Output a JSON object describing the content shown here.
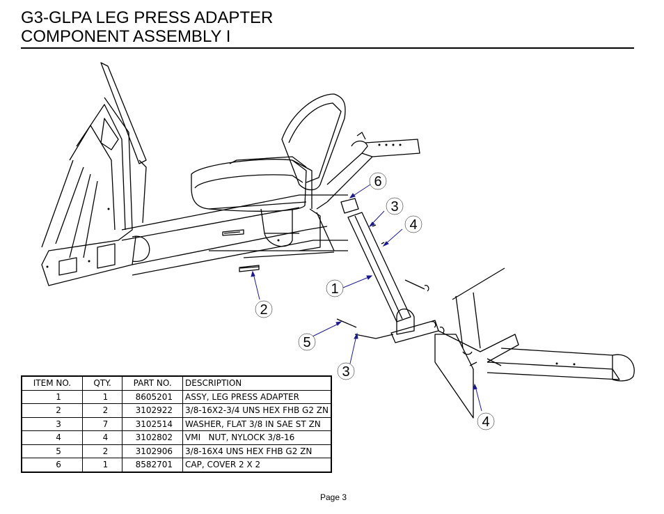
{
  "header": {
    "title_line1": "G3-GLPA LEG PRESS ADAPTER",
    "title_line2": "COMPONENT ASSEMBLY I"
  },
  "callouts": [
    "1",
    "2",
    "3",
    "3",
    "4",
    "4",
    "5",
    "6"
  ],
  "bom": {
    "headers": [
      "ITEM NO.",
      "QTY.",
      "PART NO.",
      "DESCRIPTION"
    ],
    "rows": [
      [
        "1",
        "1",
        "8605201",
        "ASSY, LEG PRESS ADAPTER"
      ],
      [
        "2",
        "2",
        "3102922",
        "3/8-16X2-3/4 UNS HEX FHB G2 ZN"
      ],
      [
        "3",
        "7",
        "3102514",
        "WASHER, FLAT 3/8 IN SAE ST ZN"
      ],
      [
        "4",
        "4",
        "3102802",
        "VMI   NUT, NYLOCK 3/8-16"
      ],
      [
        "5",
        "2",
        "3102906",
        "3/8-16X4 UNS HEX FHB G2 ZN"
      ],
      [
        "6",
        "1",
        "8582701",
        "CAP, COVER 2 X 2"
      ]
    ]
  },
  "footer": {
    "page": "Page 3"
  },
  "colors": {
    "callout_arrow": "#1a1a8c",
    "line": "#000000"
  }
}
